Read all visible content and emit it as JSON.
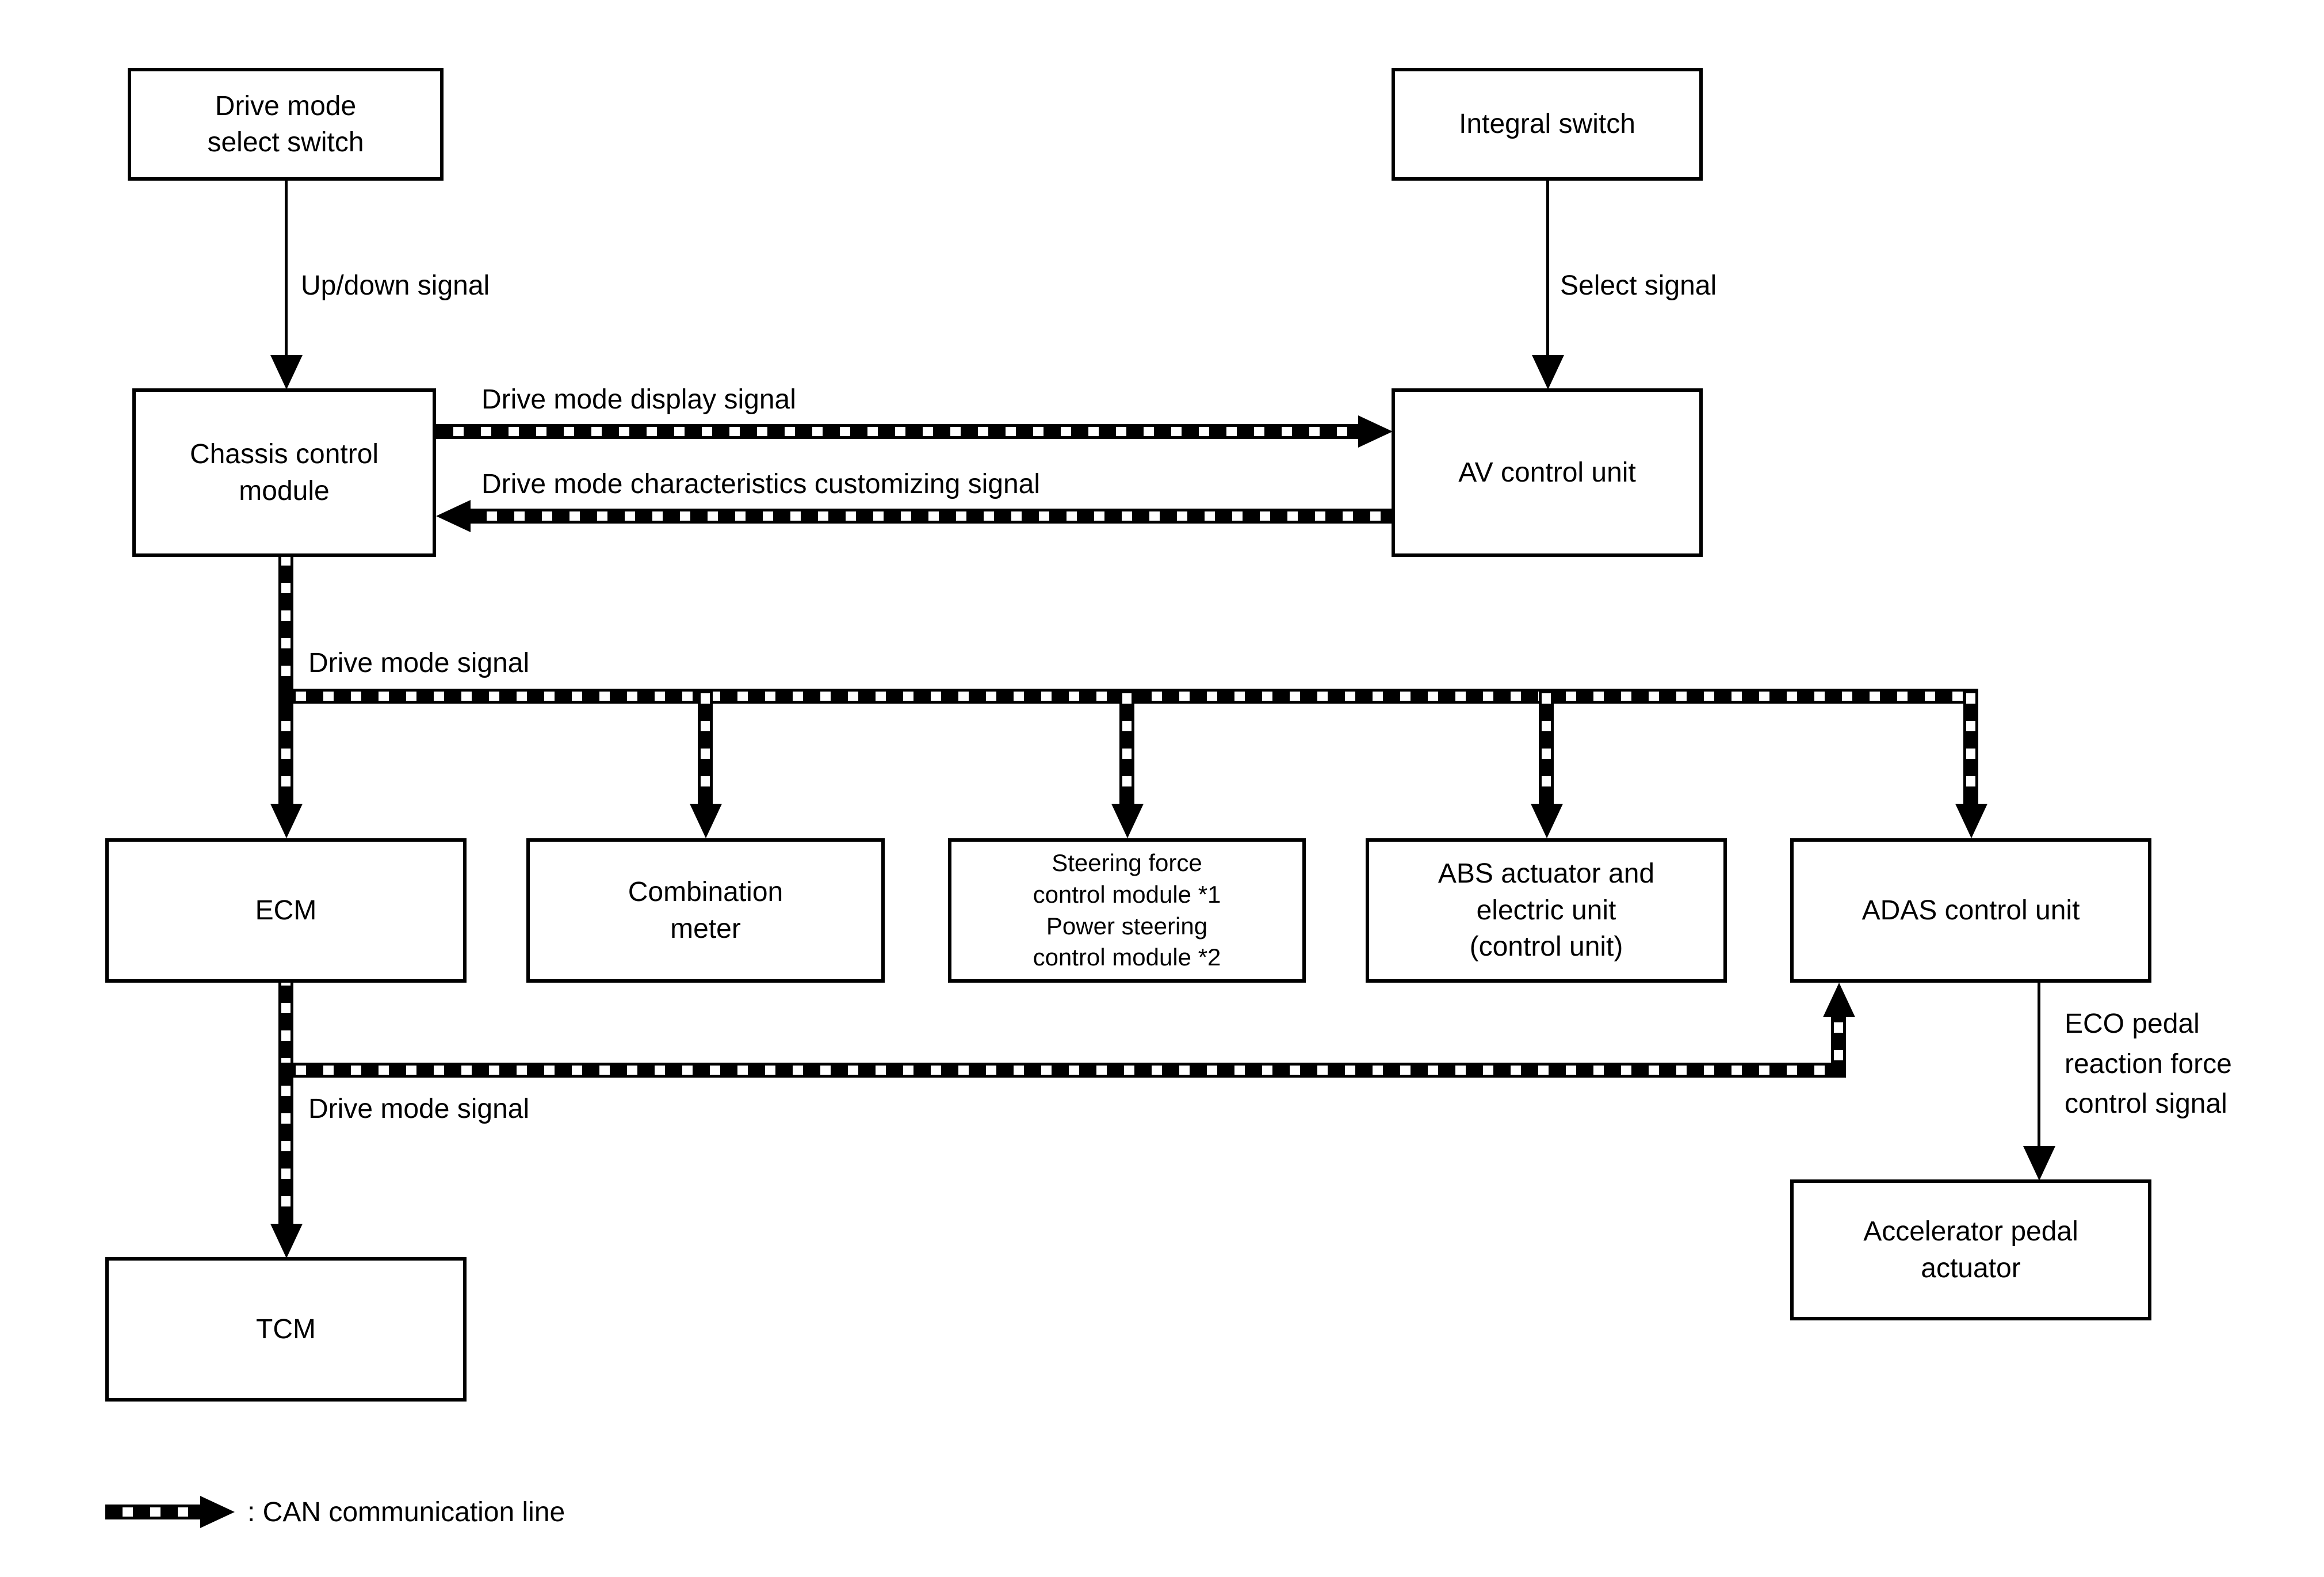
{
  "colors": {
    "background": "#ffffff",
    "line": "#000000"
  },
  "nodes": {
    "drive_mode_select_switch": {
      "label": "Drive mode\nselect switch"
    },
    "integral_switch": {
      "label": "Integral switch"
    },
    "chassis_control_module": {
      "label": "Chassis control\nmodule"
    },
    "av_control_unit": {
      "label": "AV control unit"
    },
    "ecm": {
      "label": "ECM"
    },
    "combination_meter": {
      "label": "Combination\nmeter"
    },
    "steering_power_module": {
      "label": "Steering force\ncontrol module *1\nPower steering\ncontrol module *2"
    },
    "abs_actuator": {
      "label": "ABS actuator and\nelectric unit\n(control unit)"
    },
    "adas_control_unit": {
      "label": "ADAS control unit"
    },
    "tcm": {
      "label": "TCM"
    },
    "accelerator_pedal_actuator": {
      "label": "Accelerator pedal\nactuator"
    }
  },
  "signals": {
    "up_down": "Up/down signal",
    "select": "Select signal",
    "drive_mode_display": "Drive mode display signal",
    "drive_mode_customizing": "Drive mode characteristics customizing signal",
    "drive_mode_1": "Drive mode signal",
    "drive_mode_2": "Drive mode signal",
    "eco_pedal": "ECO pedal\nreaction force\ncontrol signal"
  },
  "legend": {
    "label": ": CAN communication line"
  }
}
